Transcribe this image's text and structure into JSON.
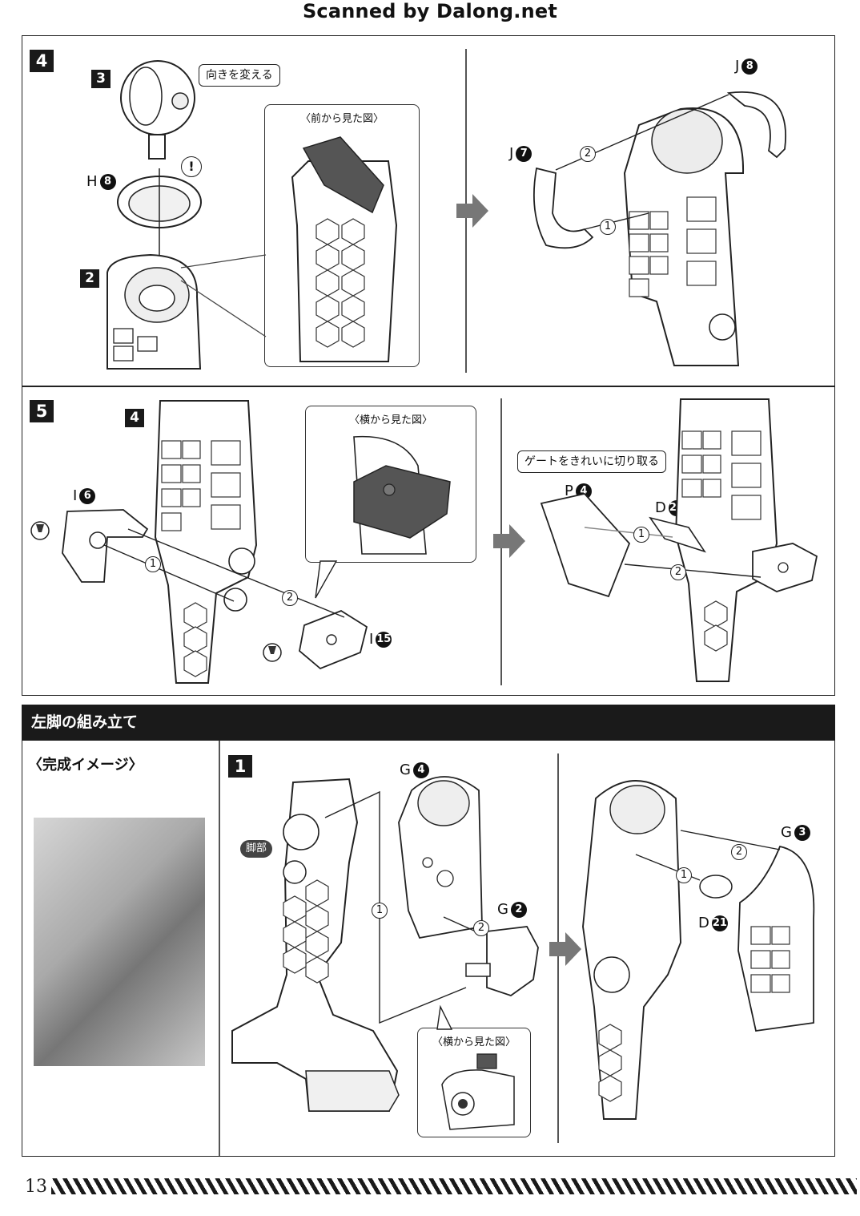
{
  "header": {
    "watermark": "Scanned by Dalong.net"
  },
  "step4": {
    "step_number": "4",
    "sub_step_top": "3",
    "sub_step_bottom": "2",
    "callout": "向きを変える",
    "part_h": {
      "letter": "H",
      "num": "8"
    },
    "caution_mark": "!",
    "zoom_title": "〈前から見た図〉",
    "part_j8": {
      "letter": "J",
      "num": "8"
    },
    "part_j7": {
      "letter": "J",
      "num": "7"
    },
    "seq1": "1",
    "seq2": "2"
  },
  "step5": {
    "step_number": "5",
    "sub_step": "4",
    "part_i6": {
      "letter": "I",
      "num": "6"
    },
    "part_i15": {
      "letter": "I",
      "num": "15"
    },
    "zoom_title": "〈横から見た図〉",
    "callout": "ゲートをきれいに切り取る",
    "part_p4": {
      "letter": "P",
      "num": "4"
    },
    "part_d23": {
      "letter": "D",
      "num": "23"
    },
    "seq1": "1",
    "seq2": "2"
  },
  "left_leg": {
    "section_title": "左脚の組み立て",
    "completed_label": "〈完成イメージ〉",
    "step_number": "1",
    "leg_tag": "脚部",
    "part_g4": {
      "letter": "G",
      "num": "4"
    },
    "part_g2": {
      "letter": "G",
      "num": "2"
    },
    "part_g3": {
      "letter": "G",
      "num": "3"
    },
    "part_d21": {
      "letter": "D",
      "num": "21"
    },
    "zoom_title": "〈横から見た図〉",
    "seq1": "1",
    "seq2": "2"
  },
  "footer": {
    "page_number": "13"
  }
}
